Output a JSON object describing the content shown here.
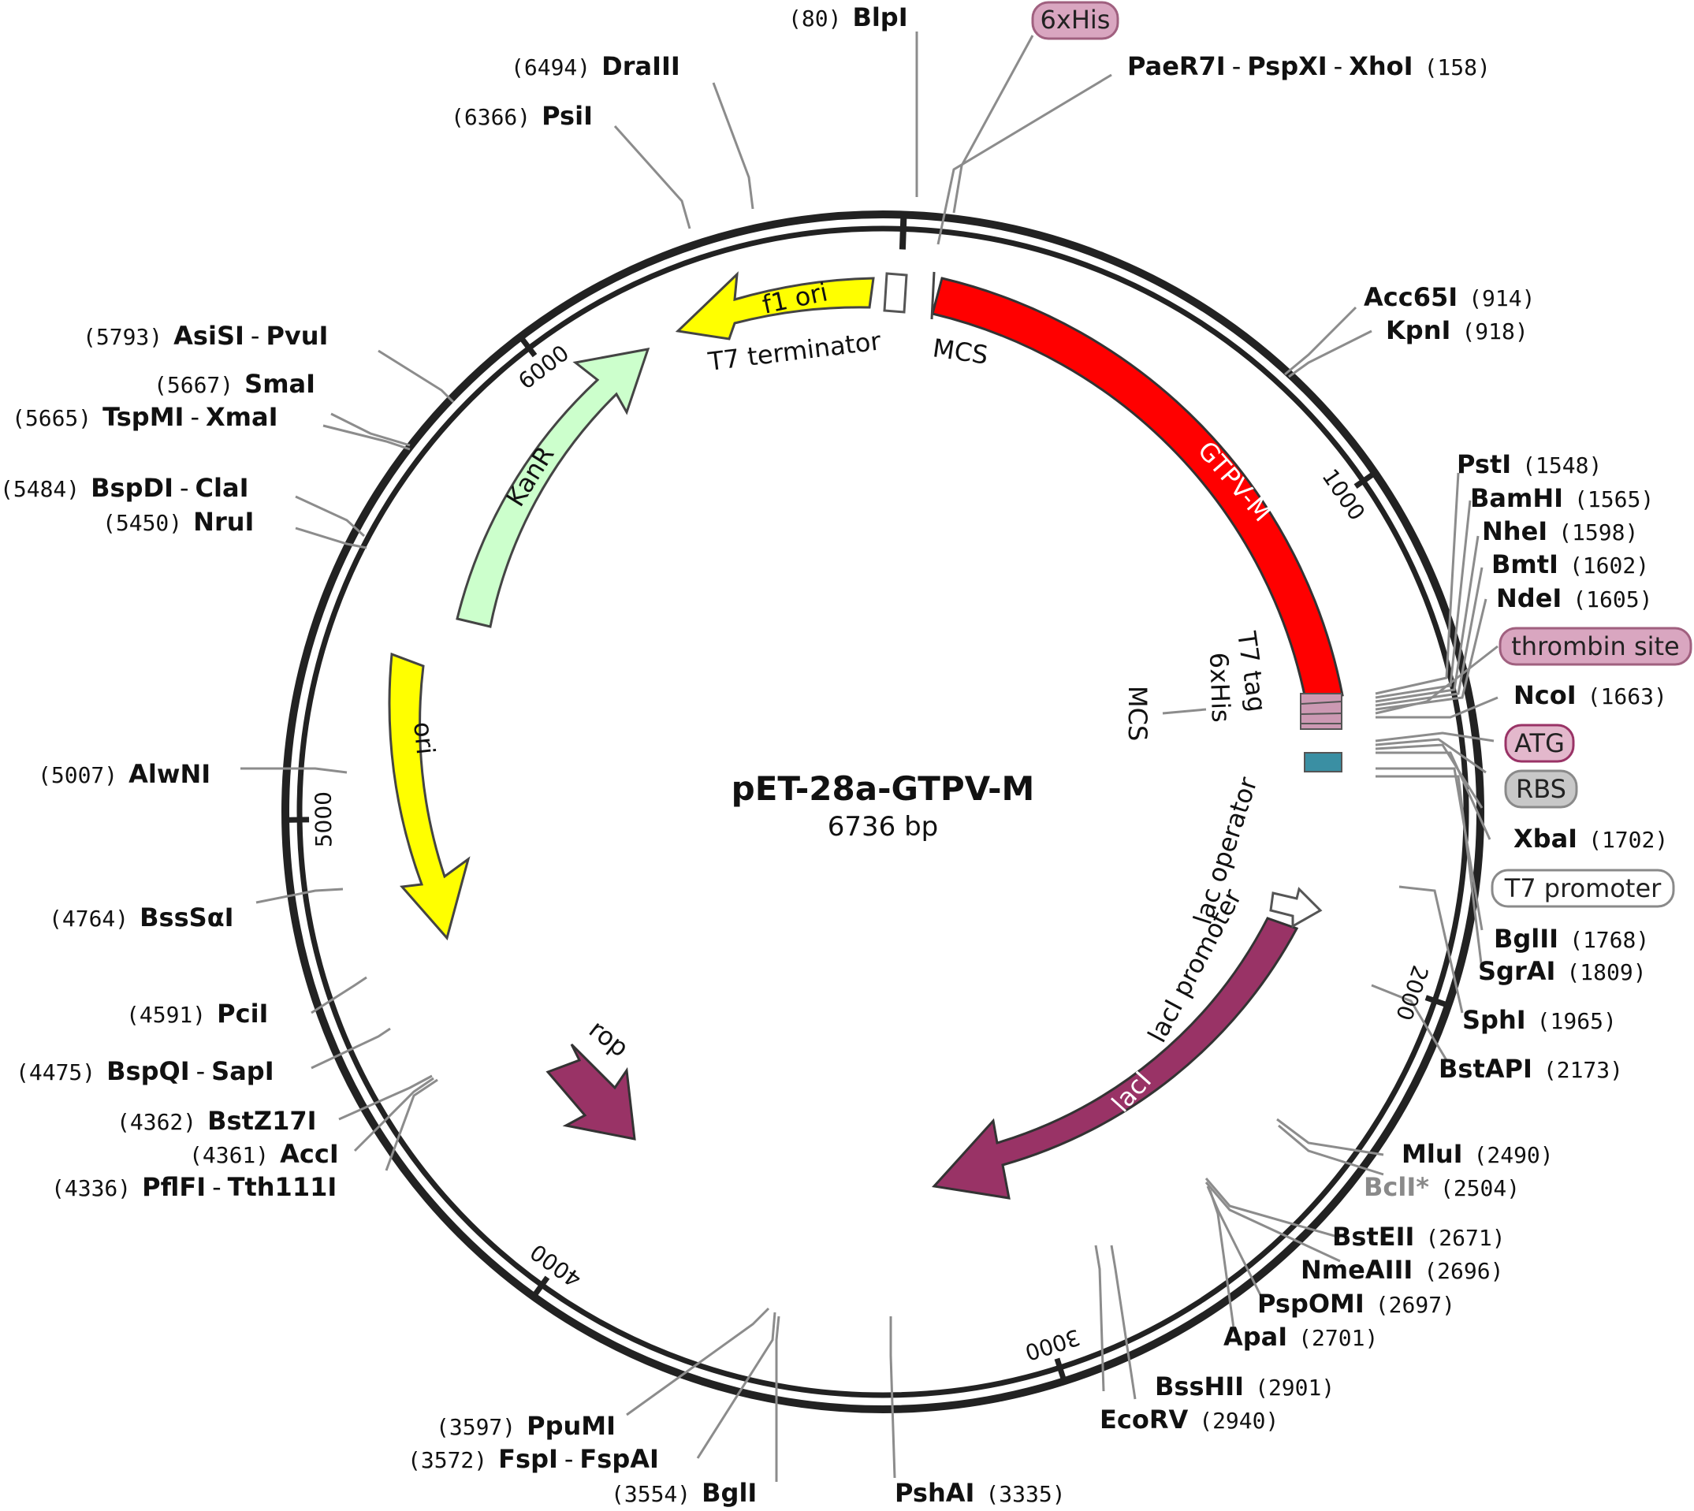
{
  "plasmid": {
    "name": "pET-28a-GTPV-M",
    "size_label": "6736 bp",
    "length": 6736
  },
  "ticks": [
    {
      "pos": 1000,
      "label": "1000"
    },
    {
      "pos": 2000,
      "label": "2000"
    },
    {
      "pos": 3000,
      "label": "3000"
    },
    {
      "pos": 4000,
      "label": "4000"
    },
    {
      "pos": 5000,
      "label": "5000"
    },
    {
      "pos": 6000,
      "label": "6000"
    }
  ],
  "features": [
    {
      "name": "GTPV-M",
      "color": "#ff0000"
    },
    {
      "name": "lacI",
      "color": "#993366"
    },
    {
      "name": "KanR",
      "color": "#ccffcc"
    },
    {
      "name": "ori",
      "color": "#ffff00"
    },
    {
      "name": "f1 ori",
      "color": "#ffff00"
    },
    {
      "name": "rop",
      "color": "#993366"
    }
  ],
  "annotations": [
    "T7 terminator",
    "MCS",
    "MCS",
    "T7 tag",
    "6xHis",
    "lac operator",
    "lacI promoter"
  ],
  "boxes": [
    {
      "text": "6xHis",
      "fill": "#d9a6c0",
      "stroke": "#a0607f"
    },
    {
      "text": "thrombin site",
      "fill": "#d9a6c0",
      "stroke": "#a0607f"
    },
    {
      "text": "ATG",
      "fill": "#e3b8cc",
      "stroke": "#993366"
    },
    {
      "text": "RBS",
      "fill": "#c8c8c8",
      "stroke": "#8a8a8a"
    },
    {
      "text": "T7 promoter",
      "fill": "#ffffff",
      "stroke": "#8a8a8a"
    }
  ],
  "sites": [
    {
      "name": "BlpI",
      "pos": "80"
    },
    {
      "name": "PaeR7I",
      "pos": "158"
    },
    {
      "name": "PspXI",
      "pos": ""
    },
    {
      "name": "XhoI",
      "pos": ""
    },
    {
      "name": "DraIII",
      "pos": "6494"
    },
    {
      "name": "PsiI",
      "pos": "6366"
    },
    {
      "name": "Acc65I",
      "pos": "914"
    },
    {
      "name": "KpnI",
      "pos": "918"
    },
    {
      "name": "PstI",
      "pos": "1548"
    },
    {
      "name": "BamHI",
      "pos": "1565"
    },
    {
      "name": "NheI",
      "pos": "1598"
    },
    {
      "name": "BmtI",
      "pos": "1602"
    },
    {
      "name": "NdeI",
      "pos": "1605"
    },
    {
      "name": "NcoI",
      "pos": "1663"
    },
    {
      "name": "XbaI",
      "pos": "1702"
    },
    {
      "name": "BglII",
      "pos": "1768"
    },
    {
      "name": "SgrAI",
      "pos": "1809"
    },
    {
      "name": "SphI",
      "pos": "1965"
    },
    {
      "name": "BstAPI",
      "pos": "2173"
    },
    {
      "name": "MluI",
      "pos": "2490"
    },
    {
      "name": "BclI*",
      "pos": "2504"
    },
    {
      "name": "BstEII",
      "pos": "2671"
    },
    {
      "name": "NmeAIII",
      "pos": "2696"
    },
    {
      "name": "PspOMI",
      "pos": "2697"
    },
    {
      "name": "ApaI",
      "pos": "2701"
    },
    {
      "name": "BssHII",
      "pos": "2901"
    },
    {
      "name": "EcoRV",
      "pos": "2940"
    },
    {
      "name": "PshAI",
      "pos": "3335"
    },
    {
      "name": "BglI",
      "pos": "3554"
    },
    {
      "name": "FspI",
      "pos": "3572"
    },
    {
      "name": "FspAI",
      "pos": ""
    },
    {
      "name": "PpuMI",
      "pos": "3597"
    },
    {
      "name": "PflFI",
      "pos": "4336"
    },
    {
      "name": "Tth111I",
      "pos": ""
    },
    {
      "name": "AccI",
      "pos": "4361"
    },
    {
      "name": "BstZ17I",
      "pos": "4362"
    },
    {
      "name": "BspQI",
      "pos": "4475"
    },
    {
      "name": "SapI",
      "pos": ""
    },
    {
      "name": "PciI",
      "pos": "4591"
    },
    {
      "name": "BssSαI",
      "pos": "4764"
    },
    {
      "name": "AlwNI",
      "pos": "5007"
    },
    {
      "name": "NruI",
      "pos": "5450"
    },
    {
      "name": "BspDI",
      "pos": "5484"
    },
    {
      "name": "ClaI",
      "pos": ""
    },
    {
      "name": "TspMI",
      "pos": "5665"
    },
    {
      "name": "XmaI",
      "pos": ""
    },
    {
      "name": "SmaI",
      "pos": "5667"
    },
    {
      "name": "AsiSI",
      "pos": "5793"
    },
    {
      "name": "PvuI",
      "pos": ""
    }
  ],
  "separator": "-"
}
